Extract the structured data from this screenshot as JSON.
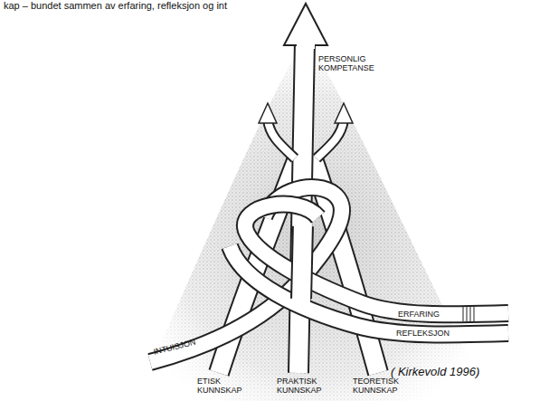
{
  "diagram": {
    "caption": "( Kirkevold 1996)",
    "labels": [
      "kap – bundet sammen av erfaring, refleksjon og int",
      "PERSONLIG KOMPETANSE",
      "INTUISJON",
      "ERFARING",
      "REFLEKSJON",
      "ETISK KUNNSKAP",
      "PRAKTISK KUNNSKAP",
      "TEORETISK KUNNSKAP"
    ]
  }
}
